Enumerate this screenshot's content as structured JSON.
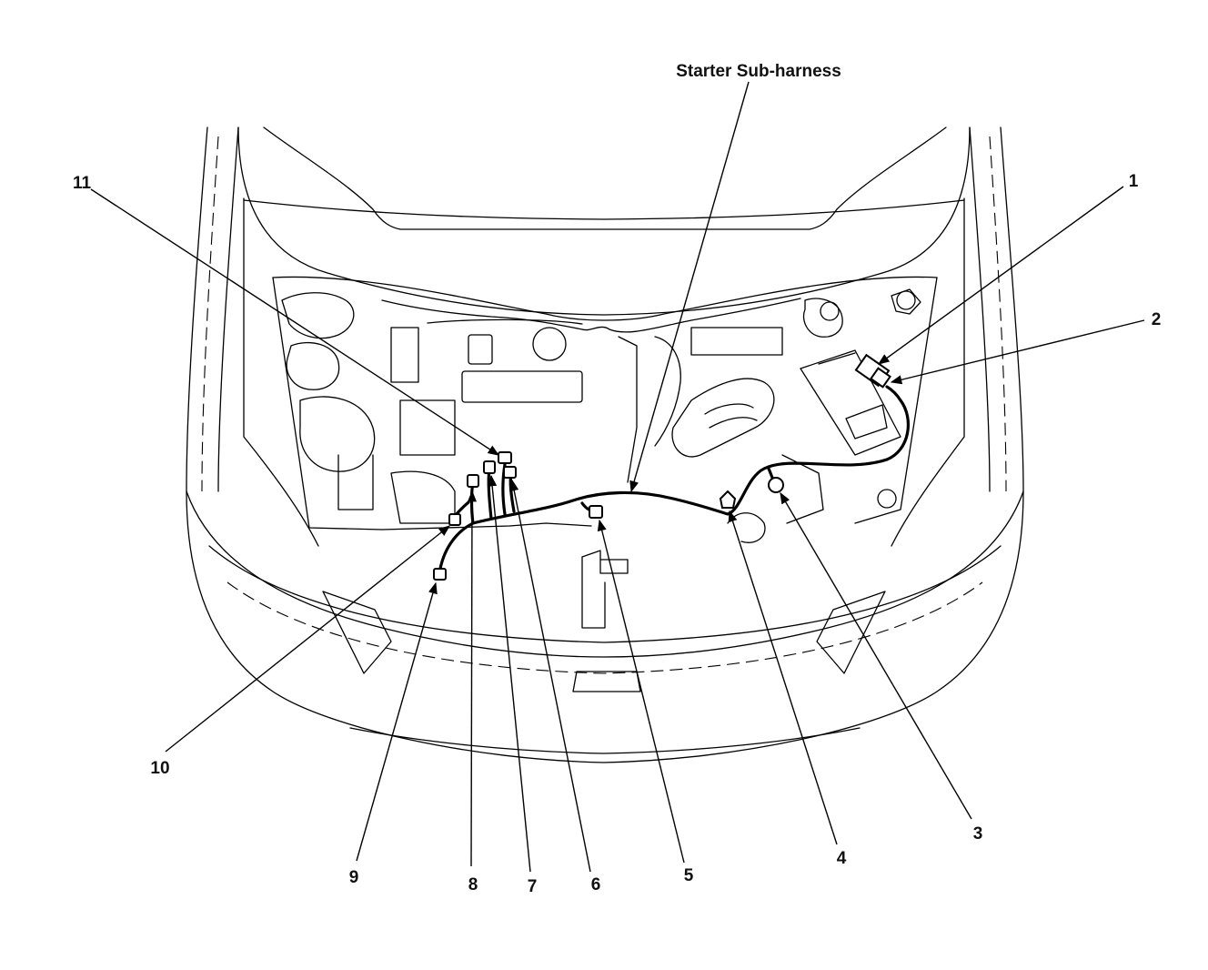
{
  "diagram": {
    "title_label": "Starter Sub-harness",
    "callouts": [
      "1",
      "2",
      "3",
      "4",
      "5",
      "6",
      "7",
      "8",
      "9",
      "10",
      "11"
    ]
  }
}
